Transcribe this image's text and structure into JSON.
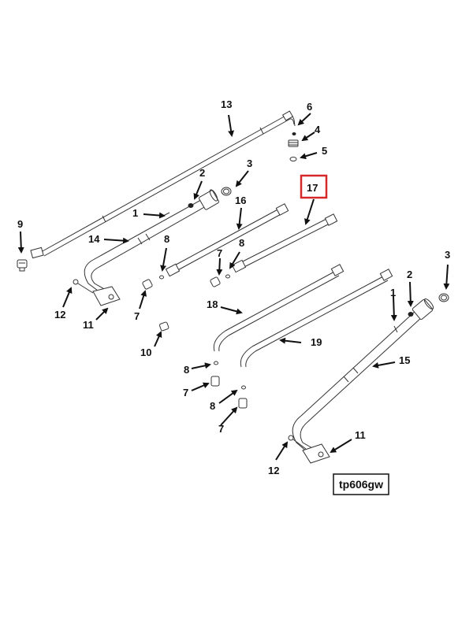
{
  "diagram": {
    "reference_tag": "tp606gw",
    "highlight_color": "#d62828",
    "selected_callout": "17",
    "callouts": {
      "c13": "13",
      "c6": "6",
      "c4": "4",
      "c5": "5",
      "c2a": "2",
      "c3a": "3",
      "c17": "17",
      "c1a": "1",
      "c16": "16",
      "c9": "9",
      "c14": "14",
      "c8a": "8",
      "c7a": "7",
      "c8b": "8",
      "c12a": "12",
      "c11a": "11",
      "c7b": "7",
      "c10": "10",
      "c18": "18",
      "c19": "19",
      "c8c": "8",
      "c7c": "7",
      "c8d": "8",
      "c7d": "7",
      "c3b": "3",
      "c2b": "2",
      "c1b": "1",
      "c15": "15",
      "c11b": "11",
      "c12b": "12"
    }
  }
}
